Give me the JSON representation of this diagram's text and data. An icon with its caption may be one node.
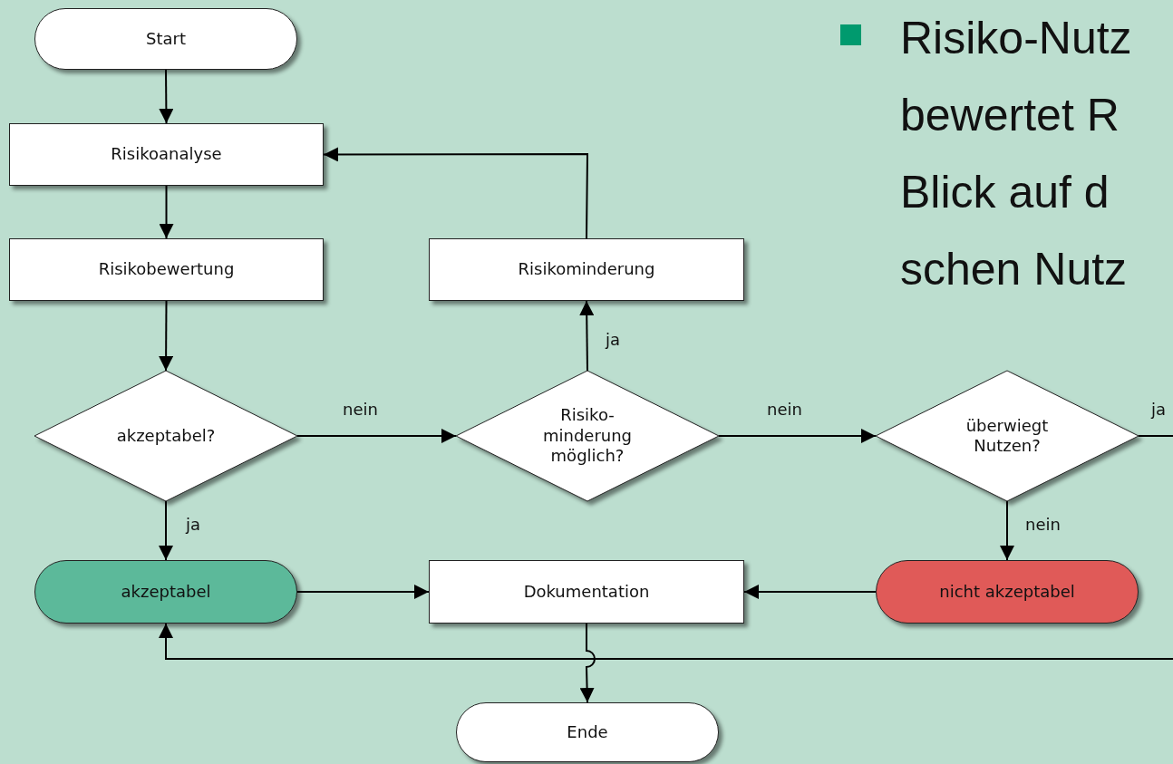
{
  "diagram": {
    "nodes": [
      {
        "text": [
          "Start"
        ]
      },
      {
        "text": [
          "Risikoanalyse"
        ]
      },
      {
        "text": [
          "Risikobewertung"
        ]
      },
      {
        "text": [
          "Risikominderung"
        ]
      },
      {
        "text": [
          "akzeptabel?"
        ]
      },
      {
        "text": [
          "Risiko- minderung möglich?"
        ]
      },
      {
        "text": [
          "überwiegt Nutzen?"
        ]
      },
      {
        "text": [
          "akzeptabel"
        ]
      },
      {
        "text": [
          "Dokumentation"
        ]
      },
      {
        "text": [
          "nicht akzeptabel"
        ]
      },
      {
        "text": [
          "Ende"
        ]
      }
    ],
    "edges": [
      {
        "from": 0,
        "to": 1,
        "arrow": "to"
      },
      {
        "from": 1,
        "to": 2,
        "arrow": "to"
      },
      {
        "from": 2,
        "to": 4,
        "arrow": "to"
      },
      {
        "from": 4,
        "to": 5,
        "arrow": "to",
        "label": "nein"
      },
      {
        "from": 4,
        "to": 7,
        "arrow": "to",
        "label": "ja"
      },
      {
        "from": 5,
        "to": 3,
        "arrow": "to",
        "label": "ja"
      },
      {
        "from": 3,
        "to": 1,
        "arrow": "to"
      },
      {
        "from": 5,
        "to": 6,
        "arrow": "to",
        "label": "nein"
      },
      {
        "from": 6,
        "to": 9,
        "arrow": "to",
        "label": "nein"
      },
      {
        "from": 6,
        "to": 7,
        "arrow": "to",
        "label": "ja"
      },
      {
        "from": 7,
        "to": 8,
        "arrow": "to"
      },
      {
        "from": 9,
        "to": 8,
        "arrow": "to"
      },
      {
        "from": 8,
        "to": 10,
        "arrow": "to"
      }
    ],
    "labels": [
      "Risiko-Nutz",
      "bewertet R",
      "Blick auf d",
      "schen Nutz"
    ]
  }
}
